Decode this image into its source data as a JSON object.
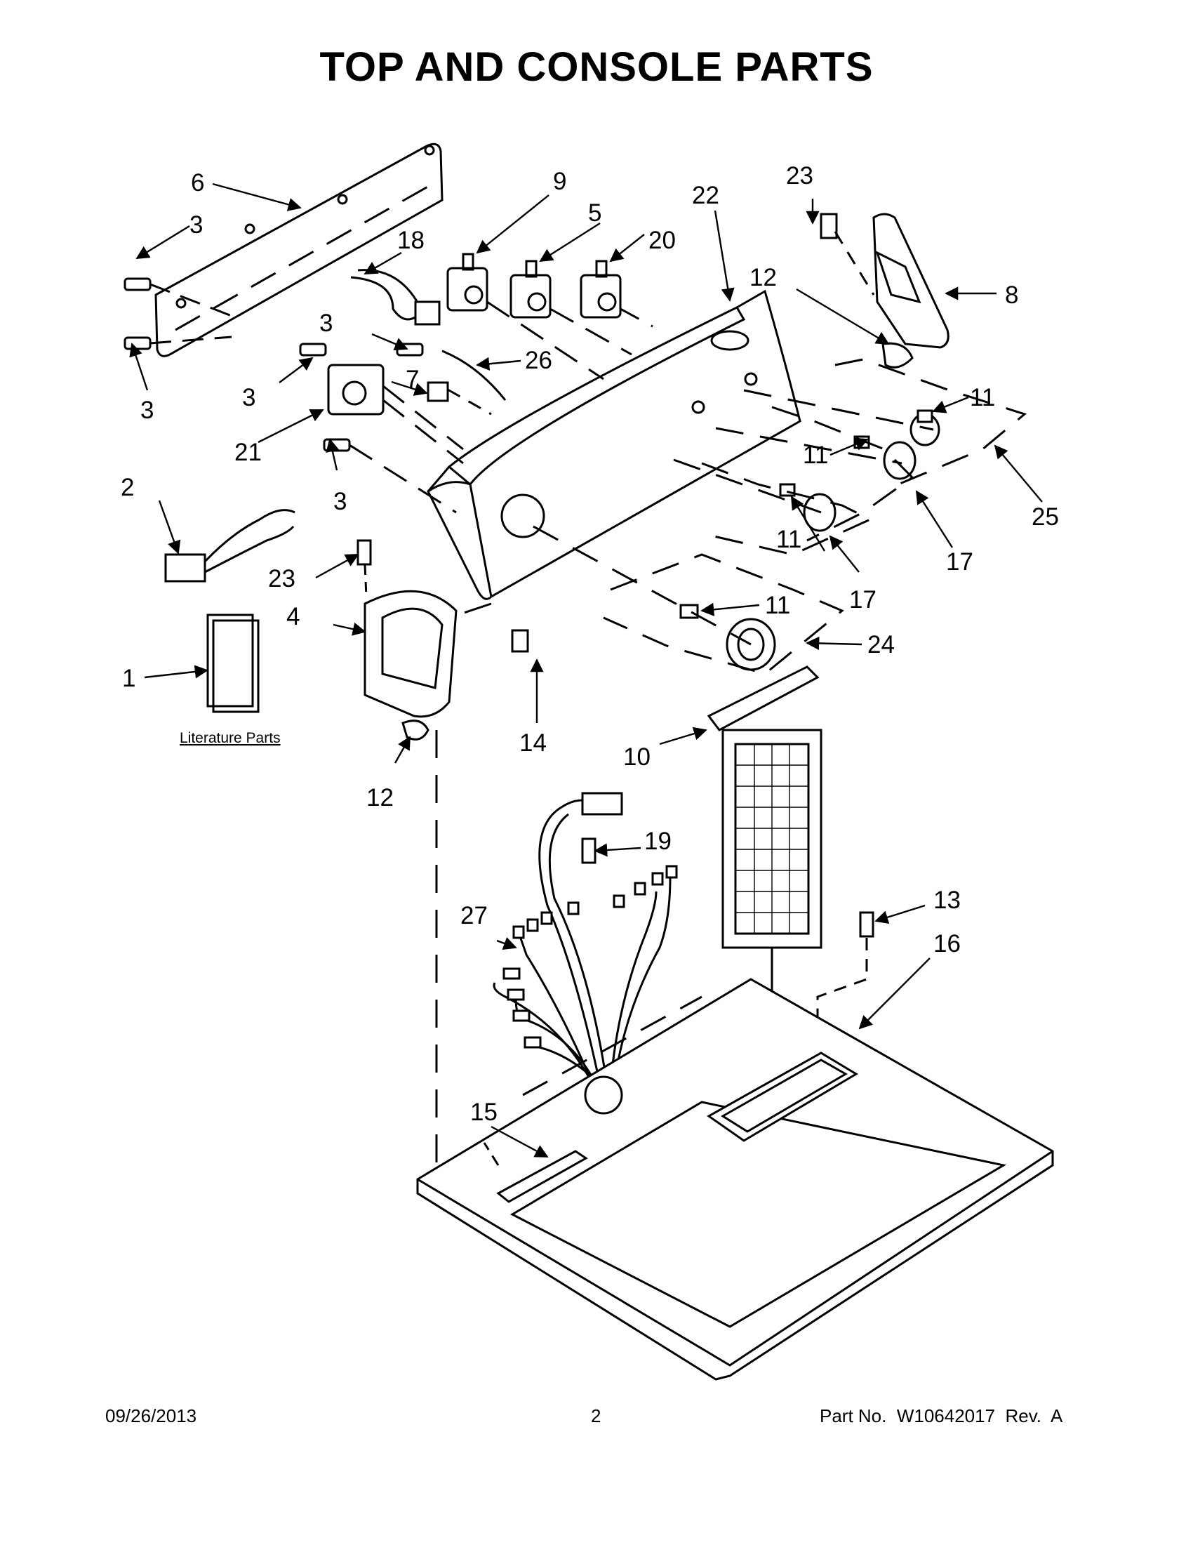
{
  "title": "TOP AND CONSOLE PARTS",
  "literature_label": "Literature Parts",
  "callouts": {
    "c1": "1",
    "c2": "2",
    "c3a": "3",
    "c3b": "3",
    "c3c": "3",
    "c3d": "3",
    "c3e": "3",
    "c4": "4",
    "c5": "5",
    "c6": "6",
    "c7": "7",
    "c8": "8",
    "c9": "9",
    "c10": "10",
    "c11a": "11",
    "c11b": "11",
    "c11c": "11",
    "c11d": "11",
    "c12a": "12",
    "c12b": "12",
    "c13": "13",
    "c14": "14",
    "c15": "15",
    "c16": "16",
    "c17a": "17",
    "c17b": "17",
    "c18": "18",
    "c19": "19",
    "c20": "20",
    "c21": "21",
    "c22": "22",
    "c23a": "23",
    "c23b": "23",
    "c24": "24",
    "c25": "25",
    "c26": "26",
    "c27": "27"
  },
  "footer": {
    "date": "09/26/2013",
    "page": "2",
    "part_no": "Part No.  W10642017  Rev.  A"
  }
}
